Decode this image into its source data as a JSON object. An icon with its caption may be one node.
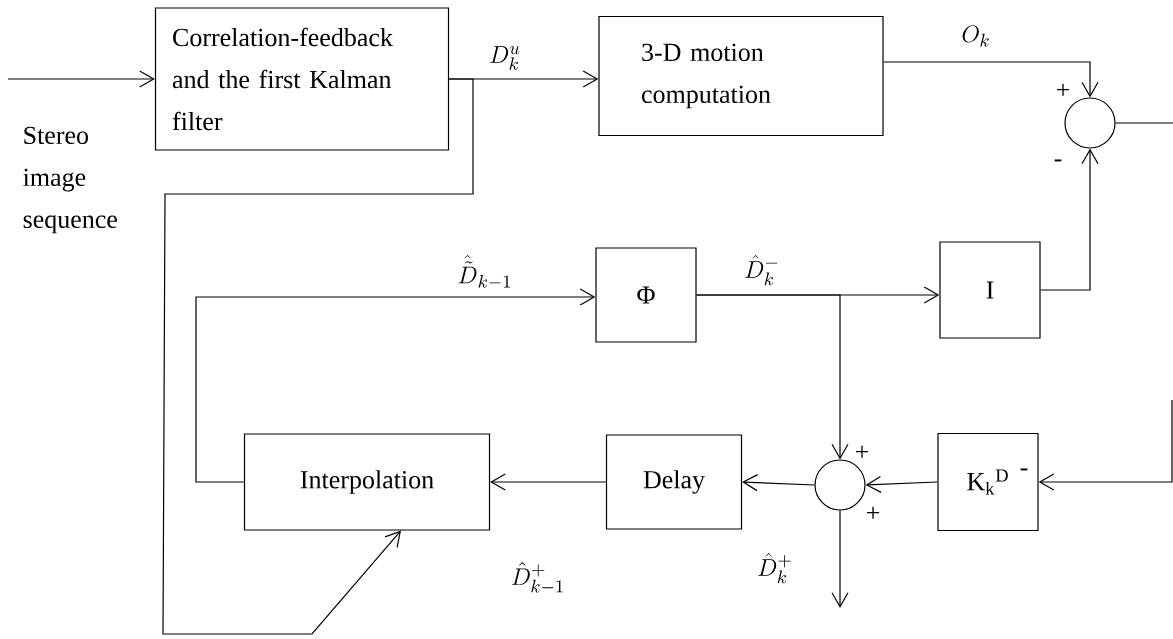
{
  "diagram": {
    "nodes": [
      {
        "text": [
          "Correlation-feedback and the first Kalman filter"
        ]
      },
      {
        "text": [
          "3-D motion computation"
        ]
      },
      {
        "text": [],
        "shape": "circle"
      },
      {
        "text": [
          "Φ"
        ]
      },
      {
        "text": [
          "I"
        ]
      },
      {
        "text": [
          "Interpolation"
        ]
      },
      {
        "text": [
          "Delay"
        ]
      },
      {
        "text": [],
        "shape": "circle"
      },
      {
        "text": [
          "K$_{k}$$^{D}$"
        ]
      }
    ],
    "edges": [
      {
        "from": null,
        "to": 0,
        "arrow": "to"
      },
      {
        "from": 0,
        "to": 1,
        "arrow": "to",
        "label": "D_{k}^{u}"
      },
      {
        "from": 1,
        "to": 2,
        "arrow": "to",
        "label": "O_{k}"
      },
      {
        "from": 2,
        "to": null,
        "arrow": "none"
      },
      {
        "from": 4,
        "to": 2,
        "arrow": "to"
      },
      {
        "from": 3,
        "to": 4,
        "arrow": "to",
        "label": "\\hat{D}_{k}^{-}"
      },
      {
        "from": 3,
        "to": 7,
        "arrow": "to"
      },
      {
        "from": null,
        "to": 8,
        "arrow": "to"
      },
      {
        "from": 8,
        "to": 7,
        "arrow": "to"
      },
      {
        "from": 7,
        "to": 6,
        "arrow": "to"
      },
      {
        "from": 6,
        "to": 5,
        "arrow": "to",
        "label": "\\hat{D}_{k-1}^{+}"
      },
      {
        "from": 5,
        "to": 3,
        "arrow": "to",
        "label": "\\hat{\\tilde{D}}_{k-1}"
      },
      {
        "from": 0,
        "to": 5,
        "arrow": "to"
      },
      {
        "from": 7,
        "to": null,
        "arrow": "to",
        "label": "\\hat{D}_{k}^{+}"
      }
    ],
    "labels": [
      "Stereo image sequence",
      "+",
      "-",
      "+",
      "+",
      "-"
    ]
  }
}
